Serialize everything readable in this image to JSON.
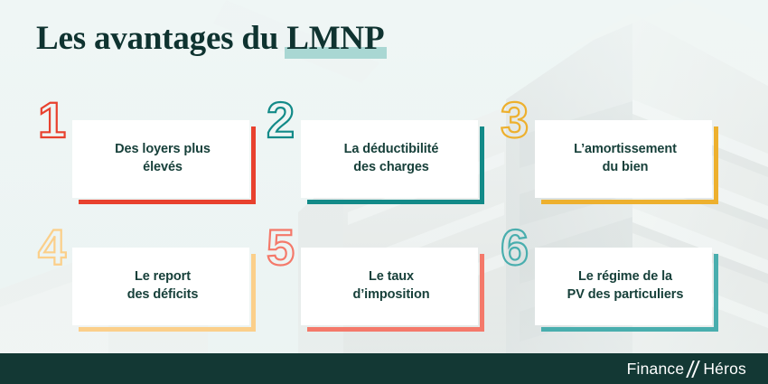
{
  "page": {
    "background_color": "#eff6f5",
    "title_prefix": "Les avantages du ",
    "title_highlight": "LMNP",
    "title_full": "Les avantages du LMNP",
    "title_color": "#0f3330",
    "highlight_color": "#a9d7d3"
  },
  "backdrop": {
    "description": "faded photo of a modern apartment building with balconies",
    "tint": "#eff6f5"
  },
  "cards": [
    {
      "number": "1",
      "line1": "Des loyers plus",
      "line2": "élevés",
      "color": "#e8412e"
    },
    {
      "number": "2",
      "line1": "La déductibilité",
      "line2": "des charges",
      "color": "#128a88"
    },
    {
      "number": "3",
      "line1": "L’amortissement",
      "line2": "du bien",
      "color": "#edb02e"
    },
    {
      "number": "4",
      "line1": "Le report",
      "line2": "des déficits",
      "color": "#fbcf8a"
    },
    {
      "number": "5",
      "line1": "Le taux",
      "line2": "d’imposition",
      "color": "#f4796a"
    },
    {
      "number": "6",
      "line1": "Le régime de la",
      "line2": "PV des particuliers",
      "color": "#49aeae"
    }
  ],
  "footer": {
    "background_color": "#133834",
    "logo_first": "Finance",
    "logo_second": "Héros",
    "logo_separator": "//",
    "text_color": "#ffffff"
  }
}
